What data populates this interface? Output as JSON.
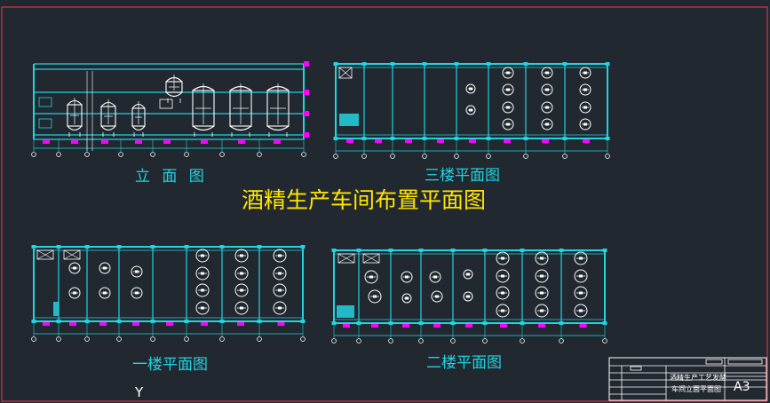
{
  "drawing": {
    "title": "酒精生产车间布置平面图",
    "views": {
      "elevation": "立 面 图",
      "floor3": "三楼平面图",
      "floor1": "一楼平面图",
      "floor2": "二楼平面图"
    },
    "axis_mark": "Y",
    "title_block": {
      "line1": "酒精生产工艺发酵",
      "line2": "车间立面平面图",
      "sheet_size": "A3"
    }
  },
  "colors": {
    "background": "#212830",
    "structure": "#22d3e0",
    "equipment": "#ffffff",
    "markers": "#ff00ff",
    "title": "#ffe600",
    "frame": "#ff3344"
  }
}
